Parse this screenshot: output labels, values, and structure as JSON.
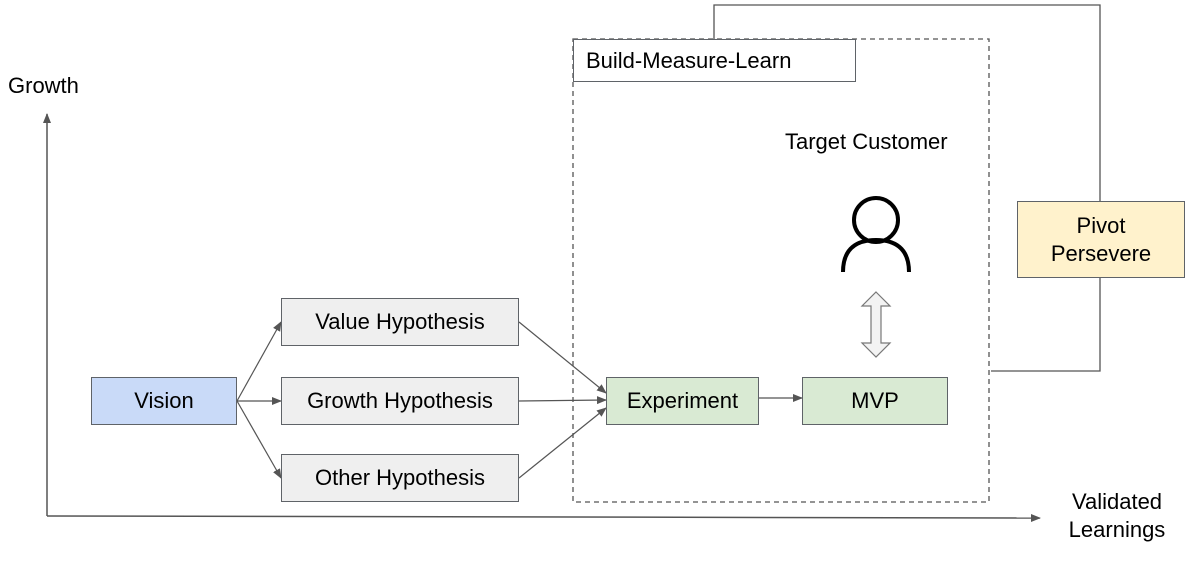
{
  "axes": {
    "y_label": "Growth",
    "x_label_line1": "Validated",
    "x_label_line2": "Learnings"
  },
  "frame": {
    "title": "Build-Measure-Learn"
  },
  "customer": {
    "label": "Target Customer",
    "icon": "person-icon"
  },
  "nodes": {
    "vision": "Vision",
    "value_hypothesis": "Value Hypothesis",
    "growth_hypothesis": "Growth Hypothesis",
    "other_hypothesis": "Other Hypothesis",
    "experiment": "Experiment",
    "mvp": "MVP",
    "pivot": "Pivot",
    "persevere": "Persevere"
  },
  "colors": {
    "vision": "#c9daf8",
    "hypothesis": "#efefef",
    "experiment": "#d9ead3",
    "decision": "#fff2cc"
  }
}
